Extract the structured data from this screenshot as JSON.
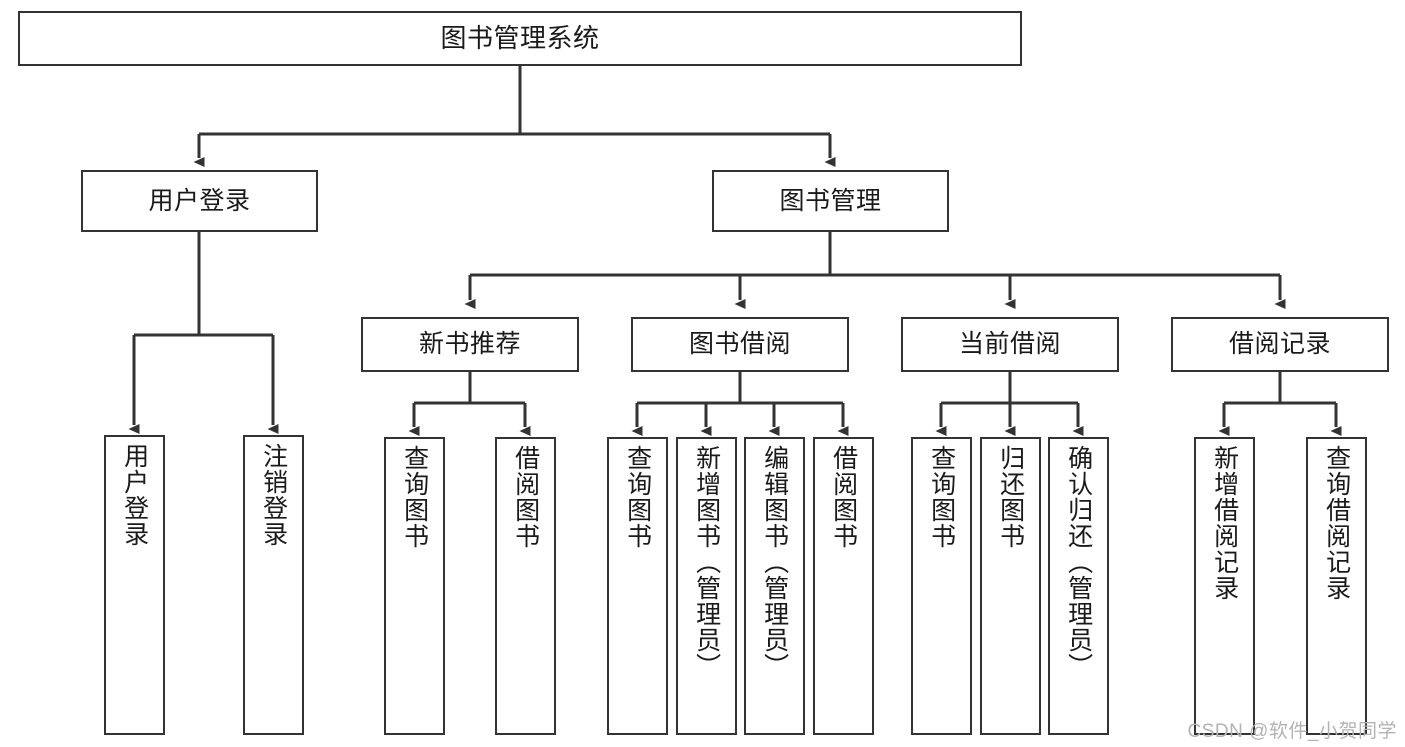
{
  "diagram": {
    "title": "图书管理系统",
    "root": {
      "label": "图书管理系统"
    },
    "level2": [
      {
        "label": "用户登录"
      },
      {
        "label": "图书管理"
      }
    ],
    "level3": [
      {
        "label": "新书推荐"
      },
      {
        "label": "图书借阅"
      },
      {
        "label": "当前借阅"
      },
      {
        "label": "借阅记录"
      }
    ],
    "leaves": {
      "user_login": [
        {
          "label": "用户登录"
        },
        {
          "label": "注销登录"
        }
      ],
      "new_book_recommend": [
        {
          "label": "查询图书"
        },
        {
          "label": "借阅图书"
        }
      ],
      "book_borrow": [
        {
          "label": "查询图书"
        },
        {
          "label": "新增图书（管理员）"
        },
        {
          "label": "编辑图书（管理员）"
        },
        {
          "label": "借阅图书"
        }
      ],
      "current_borrow": [
        {
          "label": "查询图书"
        },
        {
          "label": "归还图书"
        },
        {
          "label": "确认归还（管理员）"
        }
      ],
      "borrow_record": [
        {
          "label": "新增借阅记录"
        },
        {
          "label": "查询借阅记录"
        }
      ]
    }
  },
  "watermark": {
    "text": "CSDN @软件_小贺同学"
  },
  "colors": {
    "box_border": "#333333",
    "box_fill": "#ffffff",
    "connector": "#333333",
    "text": "#1a1a1a",
    "watermark": "#b3b3b3"
  }
}
